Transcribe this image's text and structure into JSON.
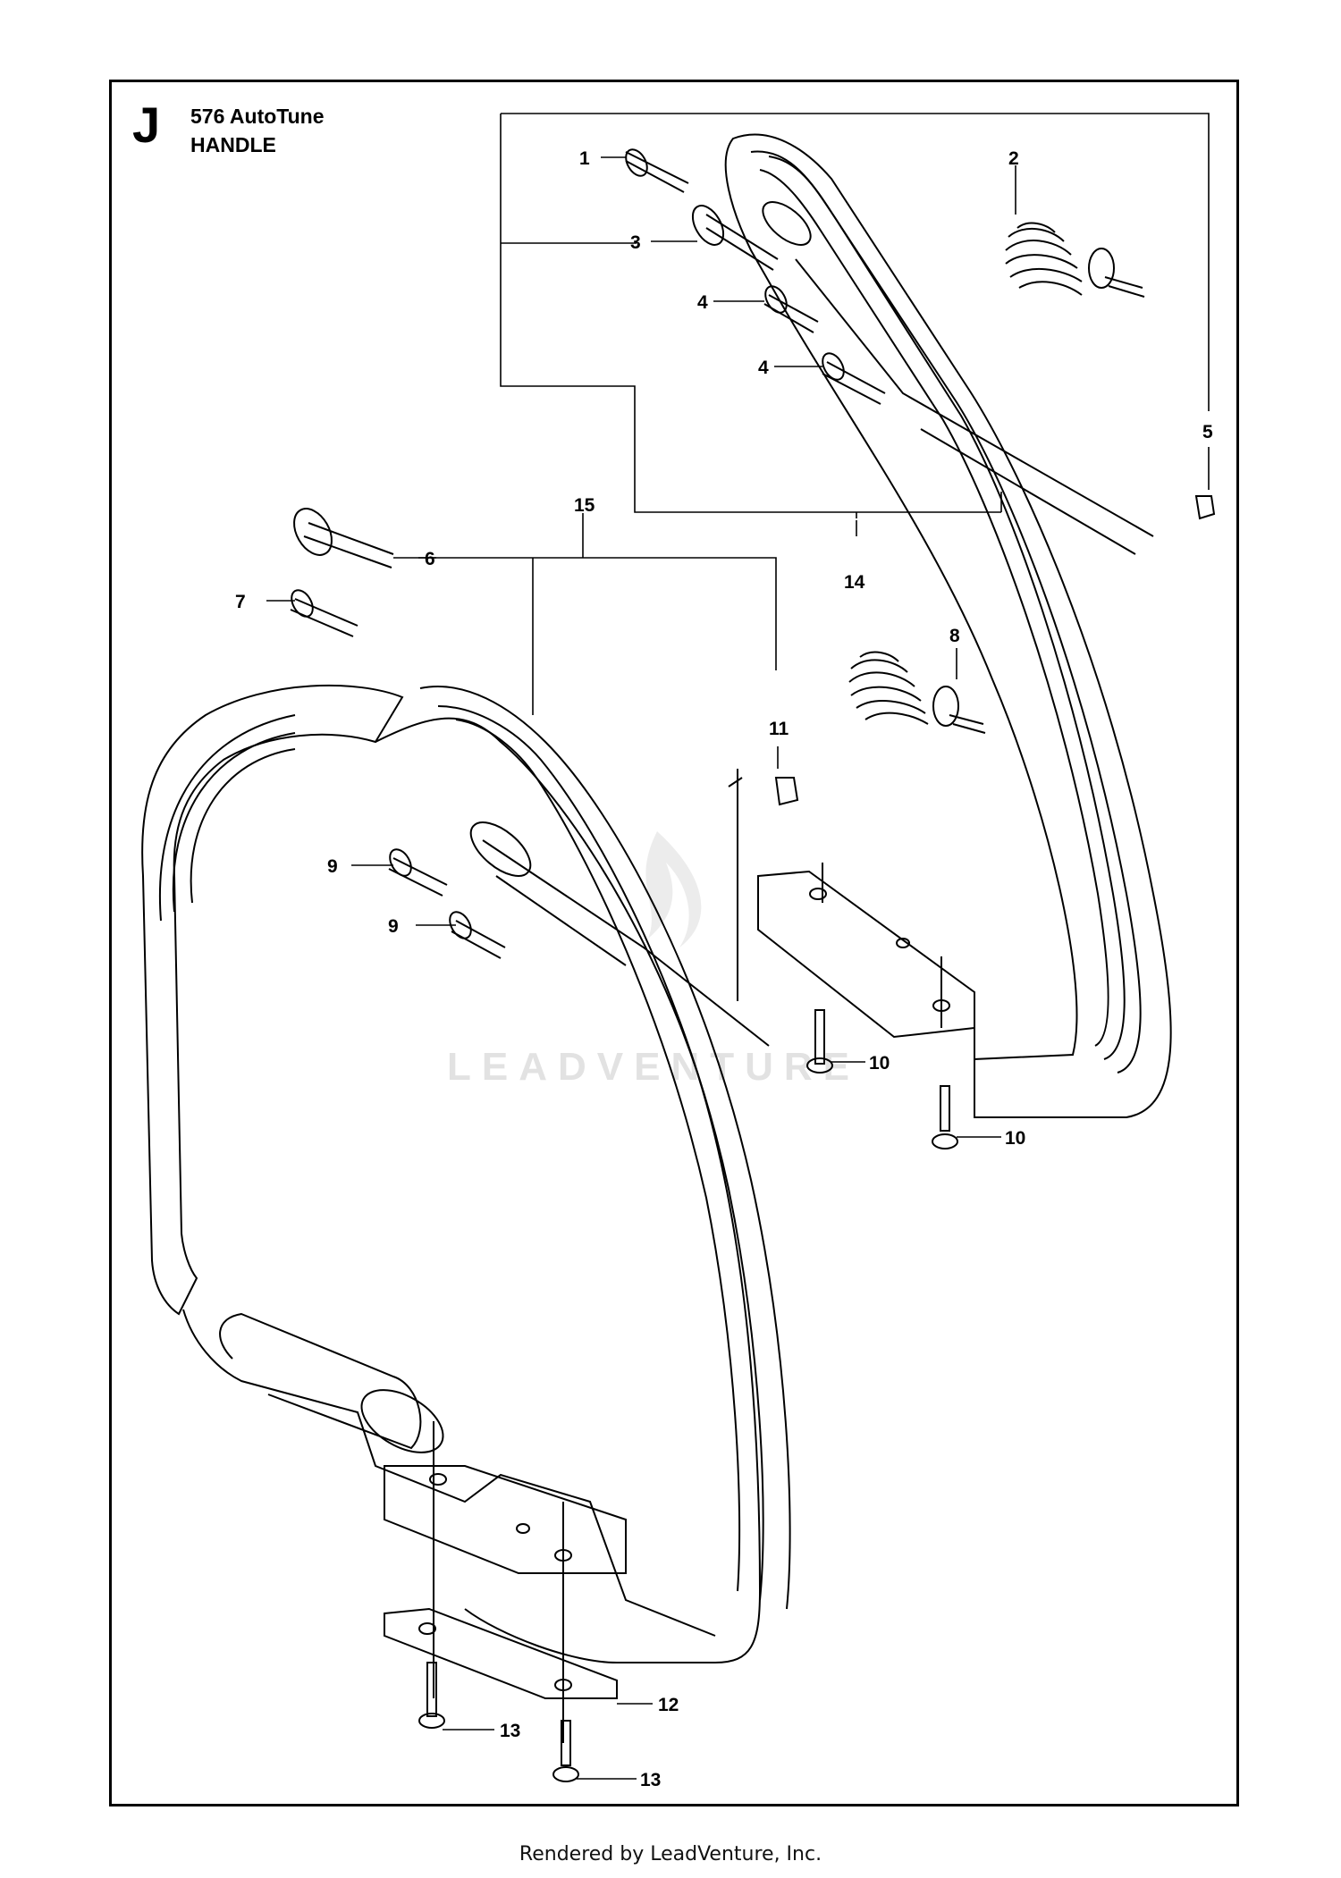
{
  "header": {
    "section": "J",
    "model": "576 AutoTune",
    "title": "HANDLE"
  },
  "watermark": "LEADVENTURE",
  "callouts": [
    "1",
    "2",
    "3",
    "4",
    "4",
    "5",
    "14",
    "15",
    "6",
    "7",
    "8",
    "11",
    "9",
    "9",
    "10",
    "10",
    "12",
    "13",
    "13"
  ],
  "footer": "Rendered by LeadVenture, Inc."
}
